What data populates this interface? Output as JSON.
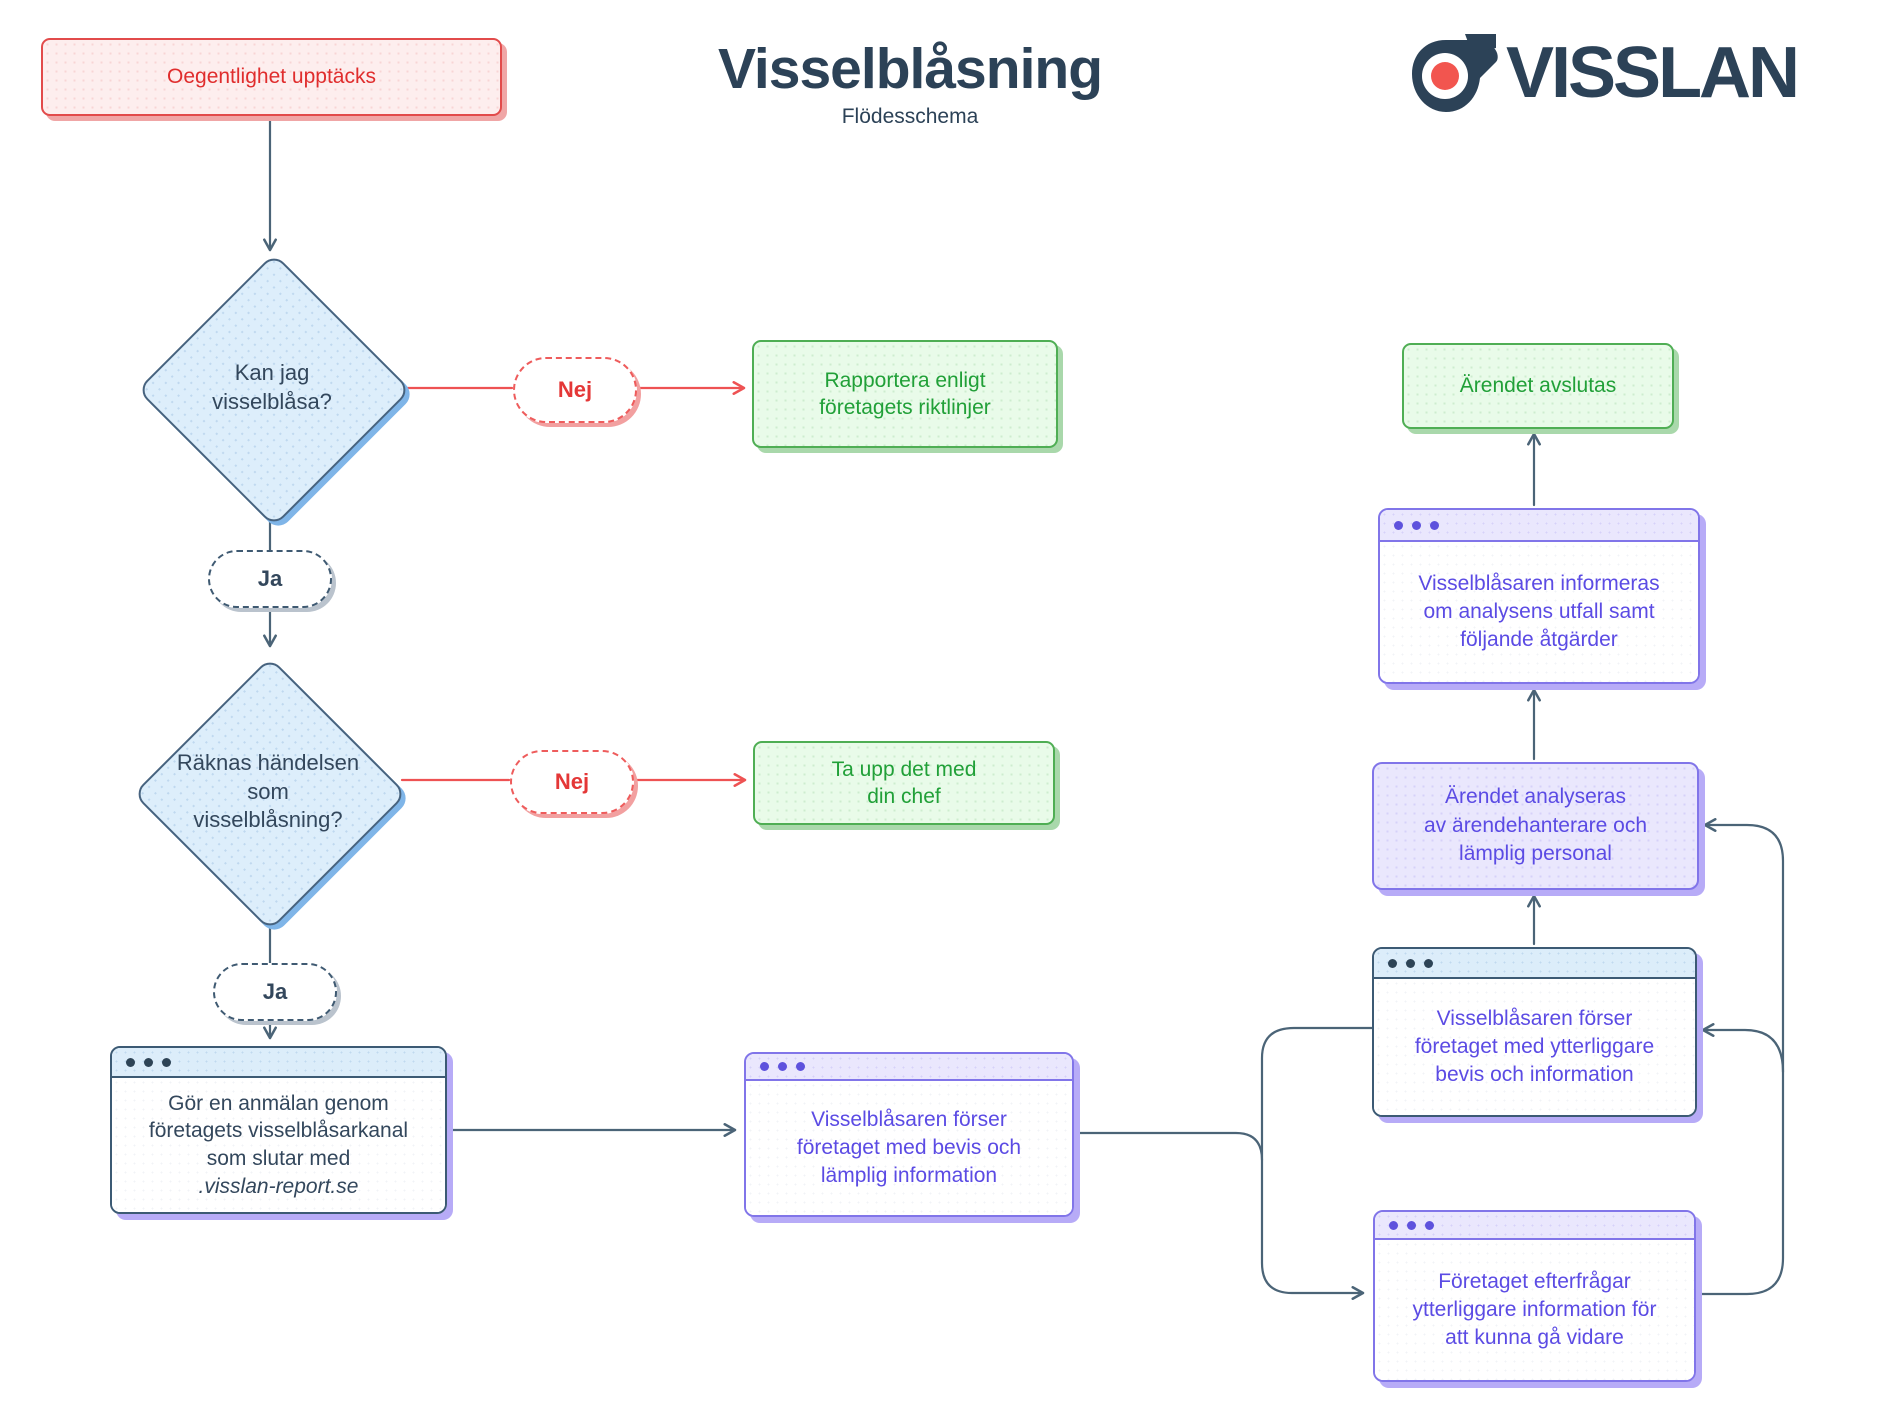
{
  "header": {
    "title": "Visselblåsning",
    "subtitle": "Flödesschema",
    "brand": "VISSLAN"
  },
  "colors": {
    "navy": "#33475c",
    "line": "#4b6477",
    "red": "#e43737",
    "green": "#21a038",
    "purple": "#5b4be4",
    "diamond_fill": "#ddeefb",
    "green_fill": "#e9fbe9",
    "lavender_fill": "#eae7fd",
    "red_fill": "#fdeeee"
  },
  "nodes": {
    "start": {
      "label": "Oegentlighet upptäcks"
    },
    "decision_can_whistleblow": {
      "label": "Kan jag\nvisselblåsa?"
    },
    "decision_counts_as": {
      "label": "Räknas händelsen\nsom\nvisselblåsning?"
    },
    "no1": {
      "label": "Nej"
    },
    "no2": {
      "label": "Nej"
    },
    "yes1": {
      "label": "Ja"
    },
    "yes2": {
      "label": "Ja"
    },
    "outcome_guidelines": {
      "label": "Rapportera enligt\nföretagets riktlinjer"
    },
    "outcome_manager": {
      "label": "Ta upp det med\ndin chef"
    },
    "outcome_closed": {
      "label": "Ärendet avslutas"
    },
    "report": {
      "label": "Gör en anmälan genom\nföretagets visselblåsarkanal\nsom slutar med",
      "domain": ".visslan-report.se"
    },
    "provide_info": {
      "label": "Visselblåsaren förser\nföretaget med bevis och\nlämplig information"
    },
    "informed": {
      "label": "Visselblåsaren informeras\nom analysens utfall samt\nföljande åtgärder"
    },
    "analysis": {
      "label": "Ärendet analyseras\nav ärendehanterare och\nlämplig personal"
    },
    "provide_more": {
      "label": "Visselblåsaren förser\nföretaget med ytterliggare\nbevis och information"
    },
    "request_more": {
      "label": "Företaget efterfrågar\nytterliggare information för\natt kunna gå vidare"
    }
  }
}
